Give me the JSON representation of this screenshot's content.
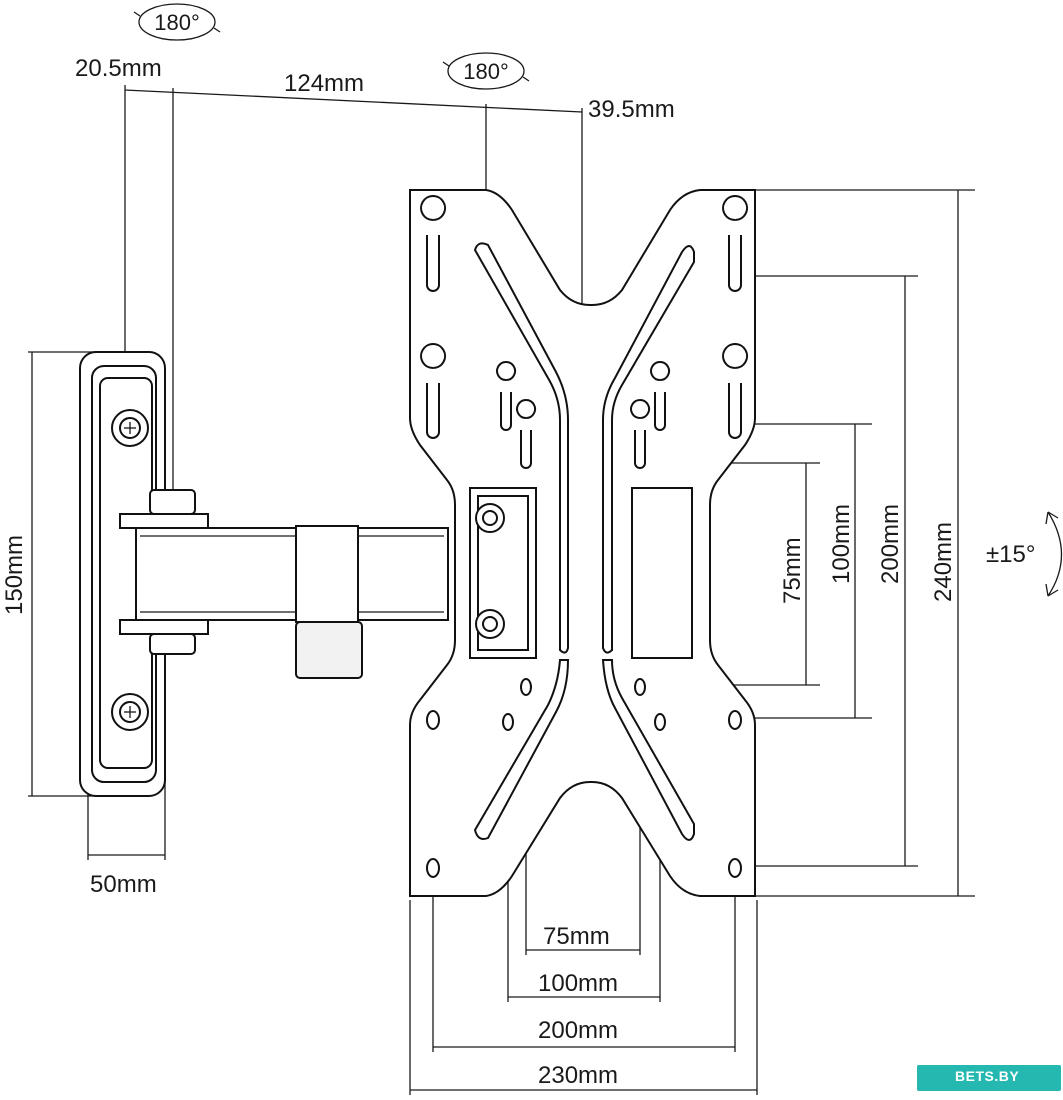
{
  "dimensions": {
    "swivel_top_left": "180°",
    "swivel_top_right": "180°",
    "arm_offset": "20.5mm",
    "arm_length": "124mm",
    "plate_offset": "39.5mm",
    "wall_plate_height": "150mm",
    "wall_plate_width": "50mm",
    "vesa_v_75": "75mm",
    "vesa_v_100": "100mm",
    "vesa_v_200": "200mm",
    "plate_height": "240mm",
    "tilt": "±15°",
    "vesa_h_75": "75mm",
    "vesa_h_100": "100mm",
    "vesa_h_200": "200mm",
    "plate_width": "230mm"
  },
  "watermark": "BETS.BY"
}
